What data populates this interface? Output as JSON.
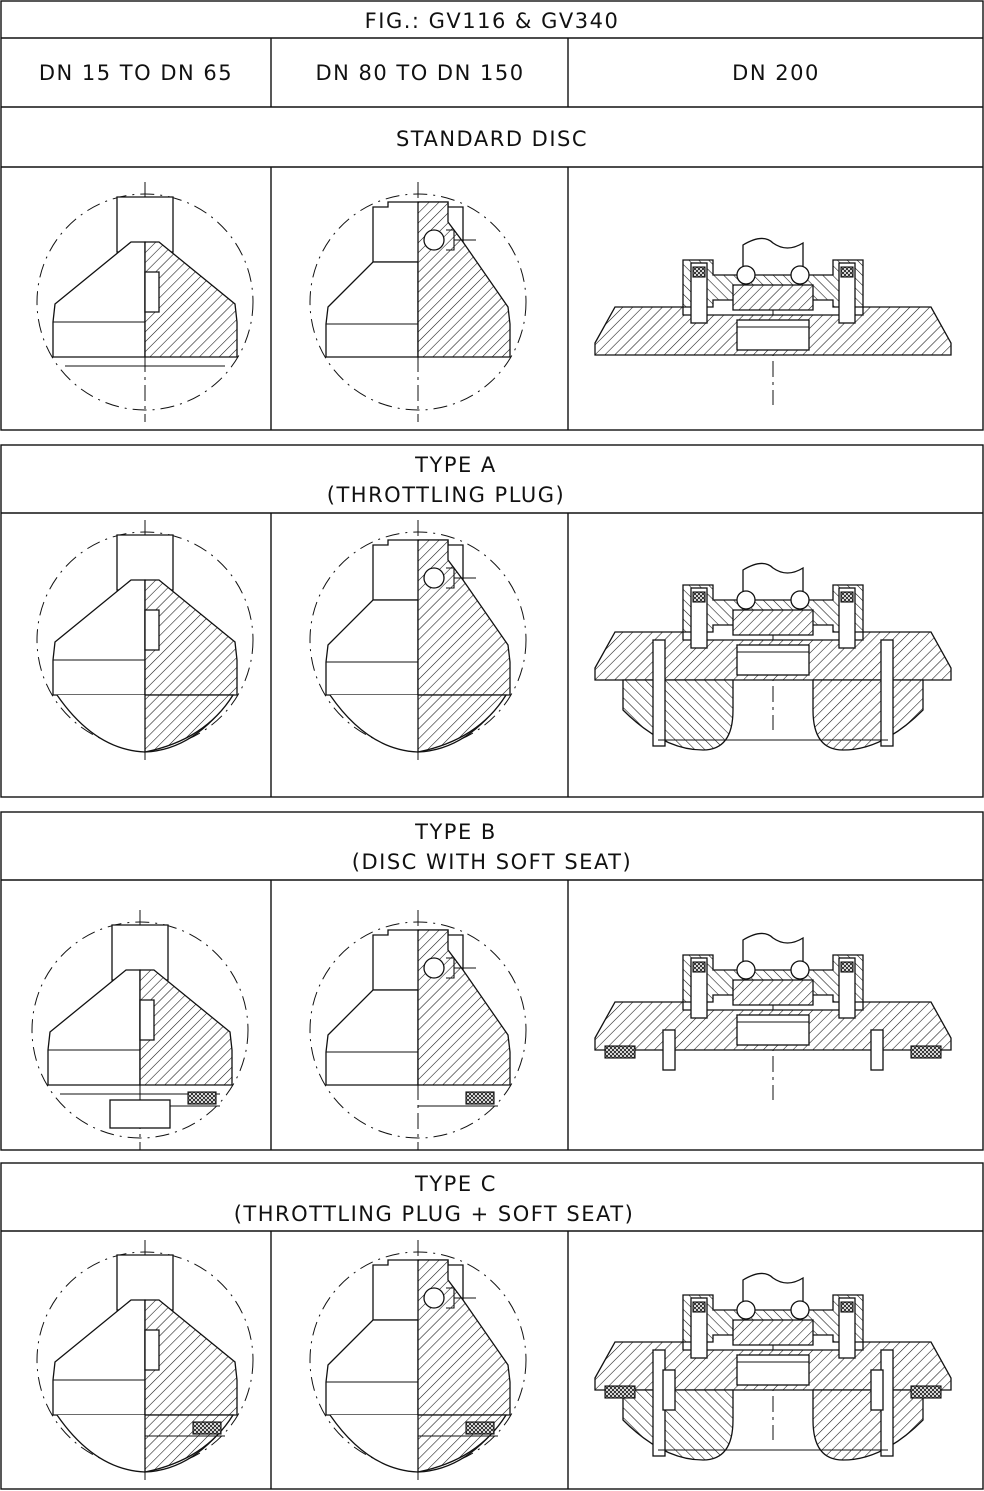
{
  "figure": {
    "title": "FIG.: GV116 & GV340",
    "columns": [
      "DN 15 TO DN 65",
      "DN 80 TO DN 150",
      "DN 200"
    ]
  },
  "sections": [
    {
      "id": "standard",
      "title": "STANDARD DISC",
      "subtitle": ""
    },
    {
      "id": "type-a",
      "title": "TYPE A",
      "subtitle": "(THROTTLING PLUG)"
    },
    {
      "id": "type-b",
      "title": "TYPE B",
      "subtitle": "(DISC WITH SOFT SEAT)"
    },
    {
      "id": "type-c",
      "title": "TYPE C",
      "subtitle": "(THROTTLING PLUG + SOFT SEAT)"
    }
  ]
}
